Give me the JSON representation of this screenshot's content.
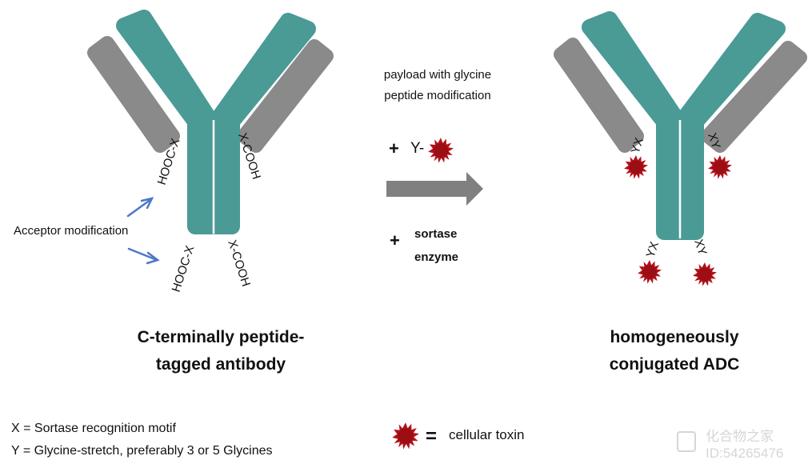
{
  "left_antibody": {
    "top_left_terminal": "HOOC-X",
    "top_right_terminal": "X-COOH",
    "bottom_left_terminal": "HOOC-X",
    "bottom_right_terminal": "X-COOH",
    "acceptor_label": "Acceptor modification",
    "caption_line1": "C-terminally peptide-",
    "caption_line2": "tagged antibody"
  },
  "middle": {
    "payload_line1": "payload with glycine",
    "payload_line2": "peptide modification",
    "plus_1": "+",
    "payload_prefix": "Y-",
    "plus_2": "+",
    "enzyme_line1": "sortase",
    "enzyme_line2": "enzyme"
  },
  "right_antibody": {
    "top_left_link": "YX",
    "top_right_link": "XY",
    "bottom_left_link": "YX",
    "bottom_right_link": "XY",
    "caption_line1": "homogeneously",
    "caption_line2": "conjugated ADC"
  },
  "legend": {
    "x_def": "X = Sortase recognition motif",
    "y_def": "Y = Glycine-stretch, preferably 3 or 5 Glycines",
    "equals": "=",
    "toxin_label": "cellular toxin"
  },
  "watermark": {
    "name": "化合物之家",
    "id": "ID:54265476"
  },
  "colors": {
    "heavy_chain": "#4a9a96",
    "light_chain": "#8a8a8a",
    "toxin": "#b3121b",
    "arrow": "#808080",
    "acceptor_arrow": "#4d78c8"
  }
}
